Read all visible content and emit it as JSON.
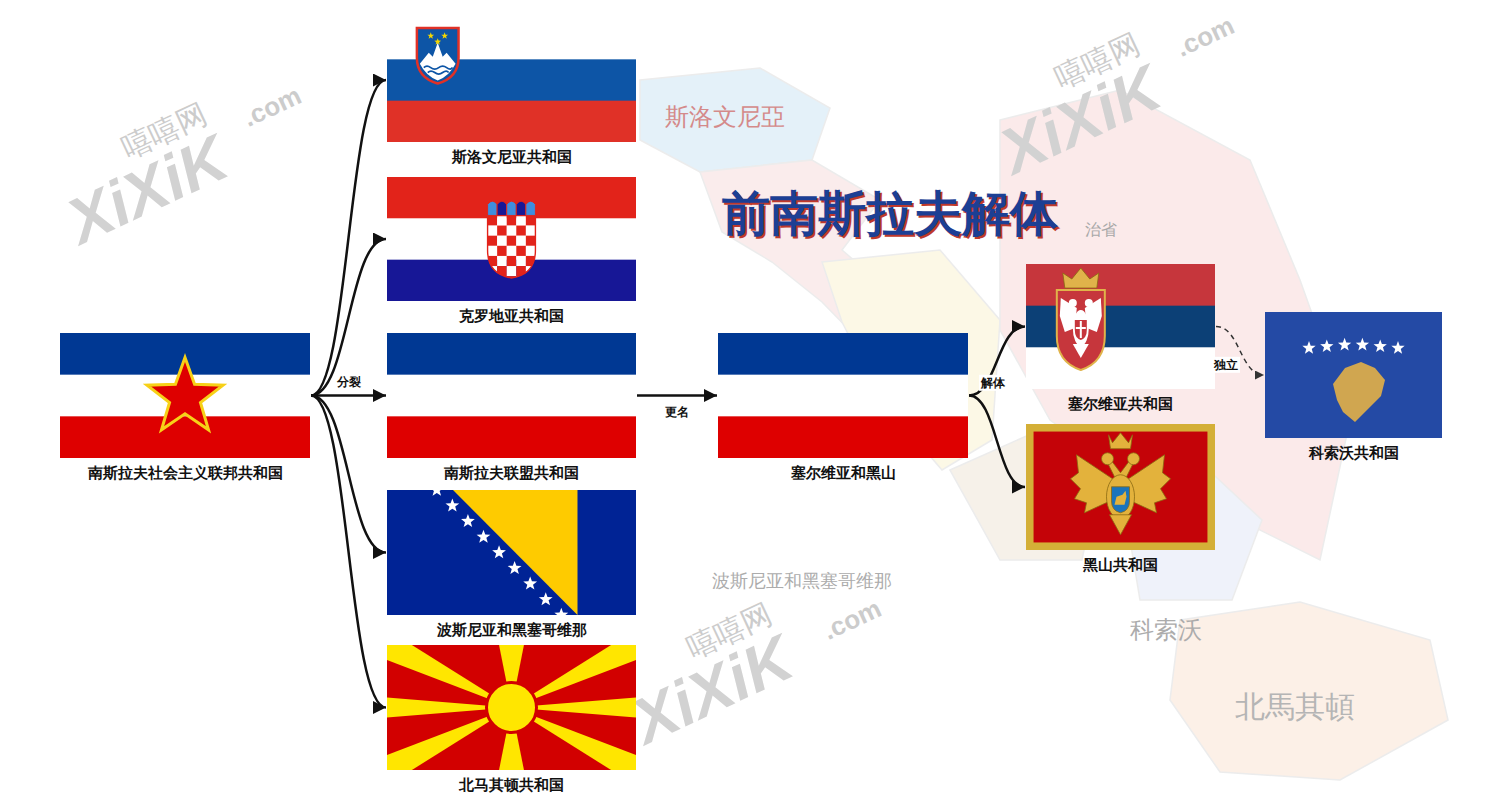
{
  "diagram": {
    "title": "前南斯拉夫解体",
    "nodes": [
      {
        "text": [
          "南斯拉夫社会主义联邦共和国"
        ]
      },
      {
        "text": [
          "斯洛文尼亚共和国"
        ]
      },
      {
        "text": [
          "克罗地亚共和国"
        ]
      },
      {
        "text": [
          "南斯拉夫联盟共和国"
        ]
      },
      {
        "text": [
          "波斯尼亚和黑塞哥维那"
        ]
      },
      {
        "text": [
          "北马其顿共和国"
        ]
      },
      {
        "text": [
          "塞尔维亚和黑山"
        ]
      },
      {
        "text": [
          "塞尔维亚共和国"
        ]
      },
      {
        "text": [
          "黑山共和国"
        ]
      },
      {
        "text": [
          "科索沃共和国"
        ]
      }
    ],
    "edges": [
      {
        "from": 0,
        "to": 1,
        "arrow": "to"
      },
      {
        "from": 0,
        "to": 2,
        "arrow": "to"
      },
      {
        "from": 0,
        "to": 3,
        "arrow": "to",
        "label": "分裂"
      },
      {
        "from": 0,
        "to": 4,
        "arrow": "to"
      },
      {
        "from": 0,
        "to": 5,
        "arrow": "to"
      },
      {
        "from": 3,
        "to": 6,
        "arrow": "to",
        "label": "更名"
      },
      {
        "from": 6,
        "to": 7,
        "arrow": "to",
        "label": "解体"
      },
      {
        "from": 6,
        "to": 8,
        "arrow": "to"
      },
      {
        "from": 7,
        "to": 9,
        "arrow": "to",
        "label": "独立"
      }
    ],
    "labels": [
      "斯洛文尼亞",
      "治省",
      "波斯尼亚和黑塞哥维那",
      "科索沃",
      "北馬其頓",
      "嘻嘻网",
      "XiXiK",
      ".com",
      "嘻嘻网",
      "XiXiK",
      ".com",
      "嘻嘻网",
      "XiXiK",
      ".com"
    ]
  }
}
